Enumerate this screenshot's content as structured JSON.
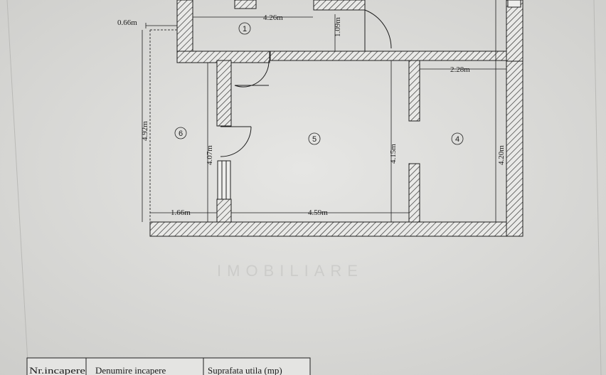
{
  "dimensions": {
    "d1": "0.66m",
    "d2": "4.26m",
    "d3": "1.09m",
    "d4": "2.28m",
    "d5": "4.92m",
    "d6": "4.07m",
    "d7": "4.15m",
    "d8": "4.20m",
    "d9": "1.66m",
    "d10": "4.59m"
  },
  "rooms": {
    "r1": "1",
    "r4": "4",
    "r5": "5",
    "r6": "6"
  },
  "watermark": "IMOBILIARE",
  "table": {
    "headers": [
      "Nr.incapere",
      "Denumire incapere",
      "Suprafata utila (mp)"
    ]
  },
  "colors": {
    "paper": "#d9d9d7",
    "ink": "#1e1e1e"
  }
}
